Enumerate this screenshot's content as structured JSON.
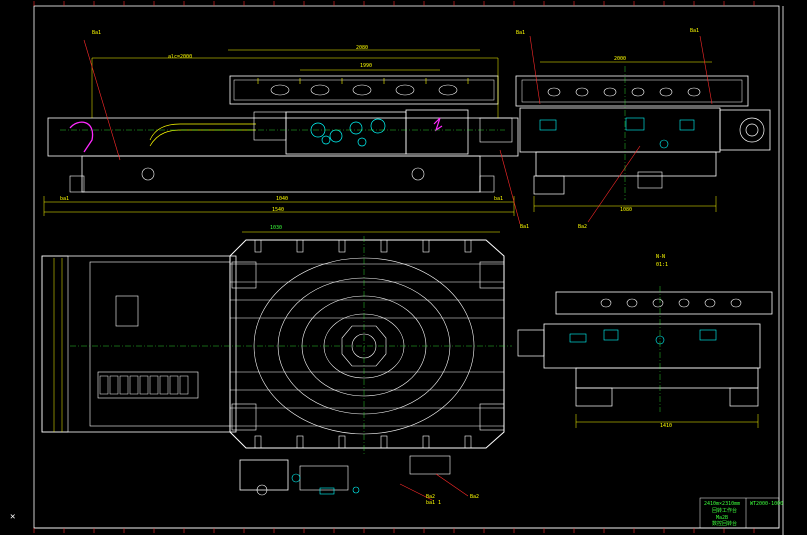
{
  "drawing": {
    "colors": {
      "background": "#000000",
      "outline": "#ffffff",
      "dimension": "#ffff00",
      "leader": "#ff2a2a",
      "centerline": "#39ff39",
      "highlight": "#ff2aff",
      "equipment": "#00ffff"
    },
    "labels": {
      "top_left_tag": "Ba1",
      "top_overall_dim": "2080",
      "top_sub_dim": "1990",
      "top_side_dim": "alc=2000",
      "bottom_overall": "1540",
      "bottom_a": "1040",
      "bottom_b": "ba1",
      "bottom_c": "ba1",
      "right_tag_1": "Ba1",
      "right_tag_2": "Ba1",
      "right_dim": "2000",
      "right_bottom_dim": "1080",
      "right_leader_1": "Ba1",
      "right_leader_2": "Ba2",
      "plan_title": "1030",
      "section_title": "N-N",
      "section_sub": "01:1",
      "section_bottom_dim": "1410",
      "callout_1": "Ba2",
      "callout_1b": "ba1 1",
      "callout_2": "Ba2",
      "title_block_1": "2410m×2310mm",
      "title_block_2": "回转工作台",
      "title_block_3": "Ma2B",
      "title_block_4": "数控回转台",
      "title_block_id": "WT2000-1000"
    }
  }
}
